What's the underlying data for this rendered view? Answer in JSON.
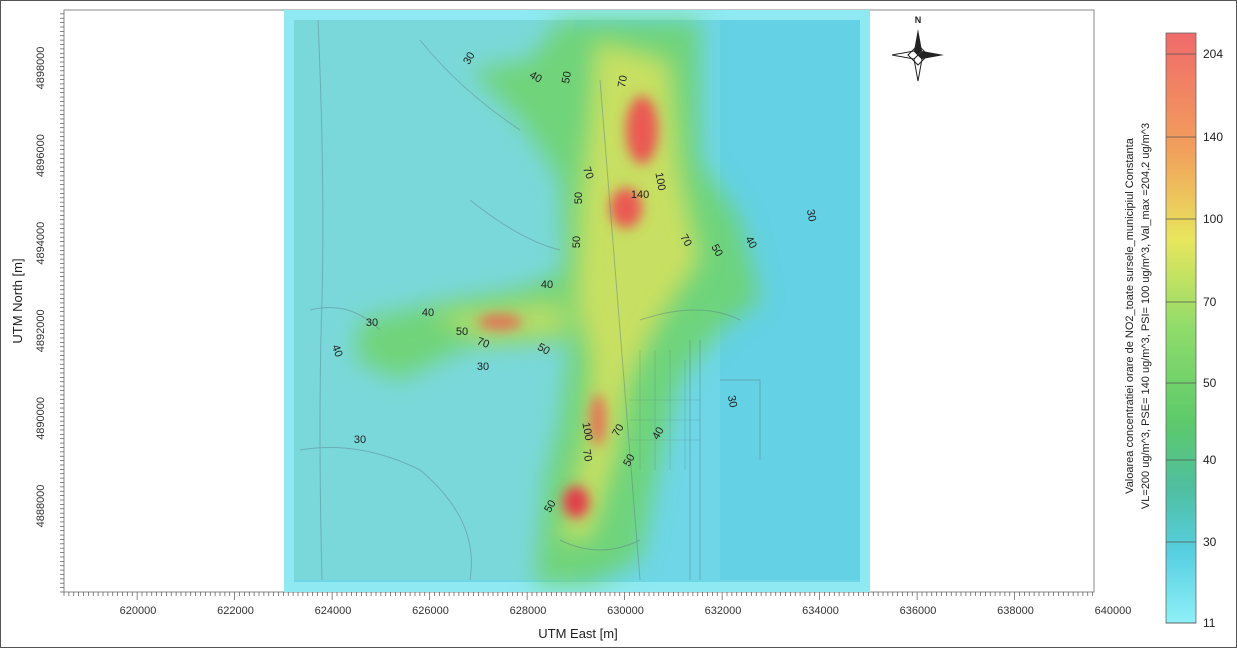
{
  "map": {
    "x_axis": {
      "title": "UTM East [m]",
      "ticks": [
        "620000",
        "622000",
        "624000",
        "626000",
        "628000",
        "630000",
        "632000",
        "634000",
        "636000",
        "638000",
        "640000"
      ]
    },
    "y_axis": {
      "title": "UTM North [m]",
      "ticks": [
        "4888000",
        "4890000",
        "4892000",
        "4894000",
        "4896000",
        "4898000"
      ]
    },
    "north_arrow_label": "N",
    "contour_labels": [
      "30",
      "40",
      "50",
      "70",
      "50",
      "70",
      "100",
      "140",
      "50",
      "40",
      "70",
      "50",
      "40",
      "30",
      "30",
      "40",
      "50",
      "70",
      "50",
      "40",
      "30",
      "30",
      "30",
      "100",
      "70",
      "70",
      "40",
      "50",
      "50",
      "30"
    ],
    "colorbar": {
      "title_line1": "Valoarea concentratiei orare de NO2_toate sursele_municipiul Constanta",
      "title_line2": "VL=200 ug/m^3, PSE= 140 ug/m^3, PSI= 100 ug/m^3, Val_max =204,2 ug/m^3",
      "labels": [
        "204",
        "140",
        "100",
        "70",
        "50",
        "40",
        "30",
        "11"
      ],
      "colors": [
        "#f06a6a",
        "#f2a05c",
        "#e8e65c",
        "#8fdc6a",
        "#5cca6a",
        "#4fbfa0",
        "#56cfe0",
        "#8ff0f8"
      ]
    }
  }
}
